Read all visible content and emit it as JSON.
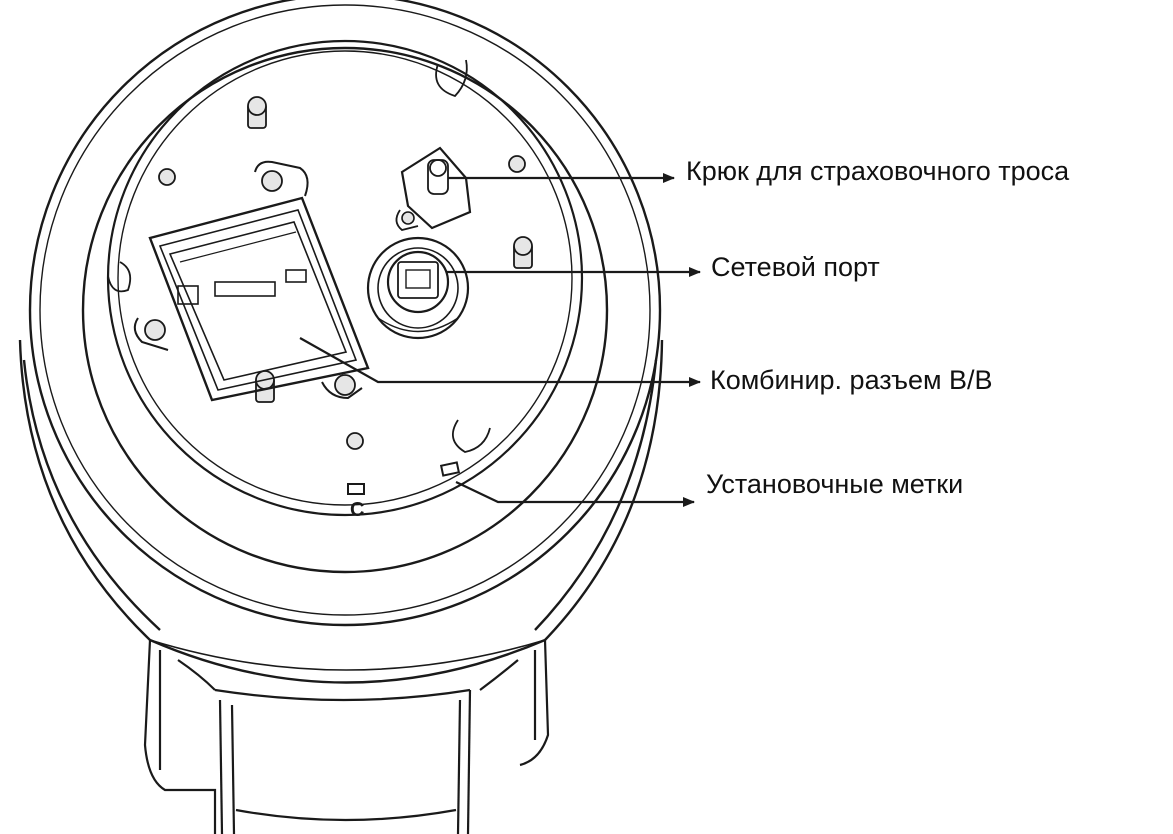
{
  "callouts": {
    "safety_hook": "Крюк для страховочного троса",
    "network_port": "Сетевой порт",
    "io_connector": "Комбинир. разъем В/В",
    "mount_marks": "Установочные метки"
  },
  "mark_letter": "C",
  "colors": {
    "line": "#1a1a1a",
    "background": "#ffffff",
    "screw_fill": "#e6e6e6"
  }
}
